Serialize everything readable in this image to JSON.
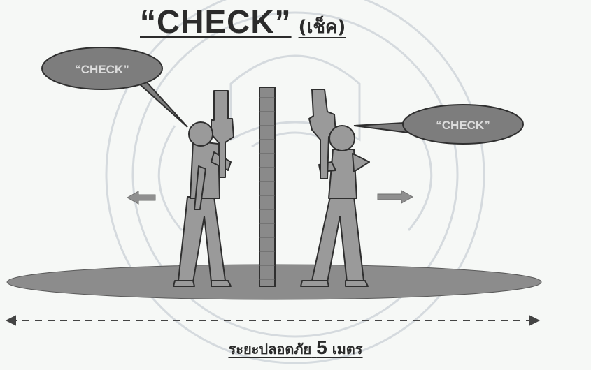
{
  "title": {
    "main": "“CHECK”",
    "sub": "(เช็ค)"
  },
  "speech": {
    "left": "“CHECK”",
    "right": "“CHECK”"
  },
  "caption": {
    "prefix": "ระยะปลอดภัย",
    "number": "5",
    "unit": "เมตร"
  },
  "colors": {
    "background": "#f6f8f6",
    "figure_fill": "#9a9a9a",
    "figure_stroke": "#2f2f2f",
    "wall": "#8a8a8a",
    "bubble": "#7d7d7d",
    "ground": "#8c8c8c",
    "watermark": "#c9cfd6"
  },
  "icons": {
    "arrows": "arrow-left-icon, arrow-right-icon",
    "dimension": "double-arrow-dashed-line"
  }
}
